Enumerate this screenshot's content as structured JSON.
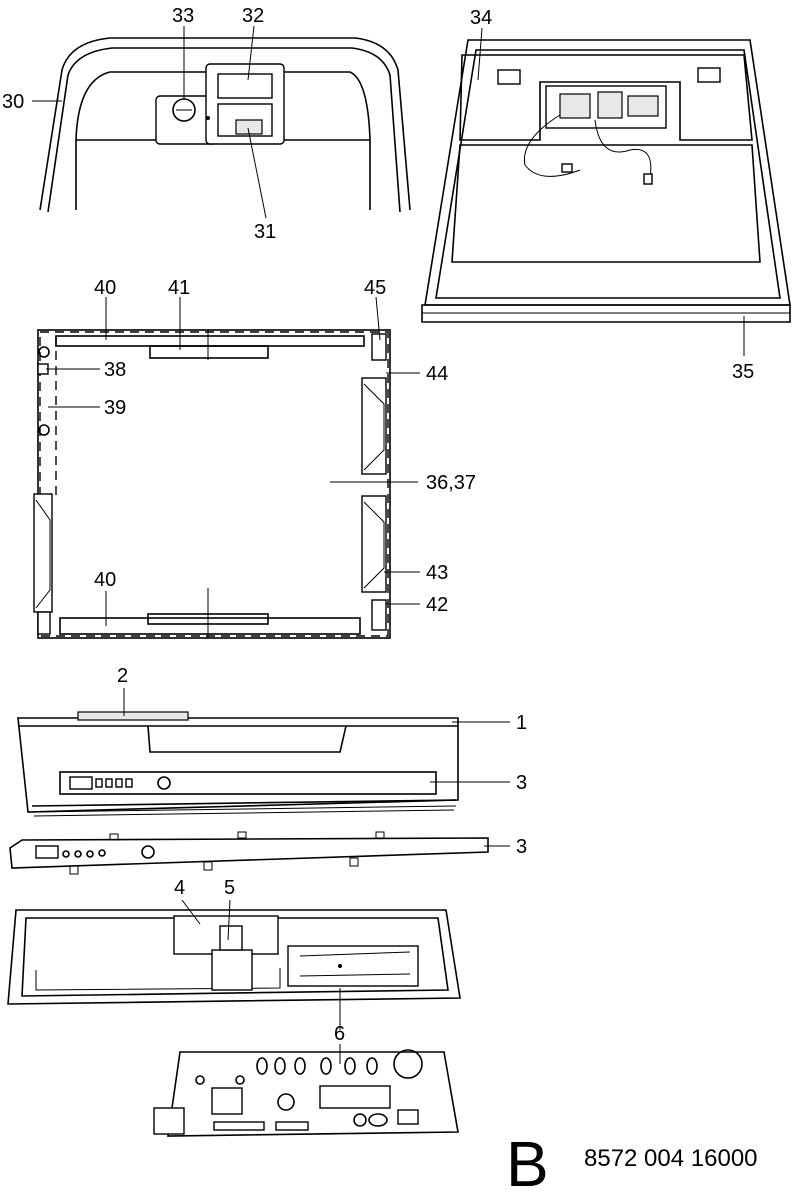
{
  "callouts": {
    "c30": "30",
    "c33": "33",
    "c32": "32",
    "c31": "31",
    "c34": "34",
    "c35": "35",
    "c40a": "40",
    "c41": "41",
    "c45": "45",
    "c38": "38",
    "c39": "39",
    "c44": "44",
    "c3637": "36,37",
    "c43": "43",
    "c40b": "40",
    "c42": "42",
    "c2": "2",
    "c1": "1",
    "c3a": "3",
    "c3b": "3",
    "c4": "4",
    "c5": "5",
    "c6": "6"
  },
  "footer": {
    "letter": "B",
    "drawing_number": "8572 004 16000"
  }
}
